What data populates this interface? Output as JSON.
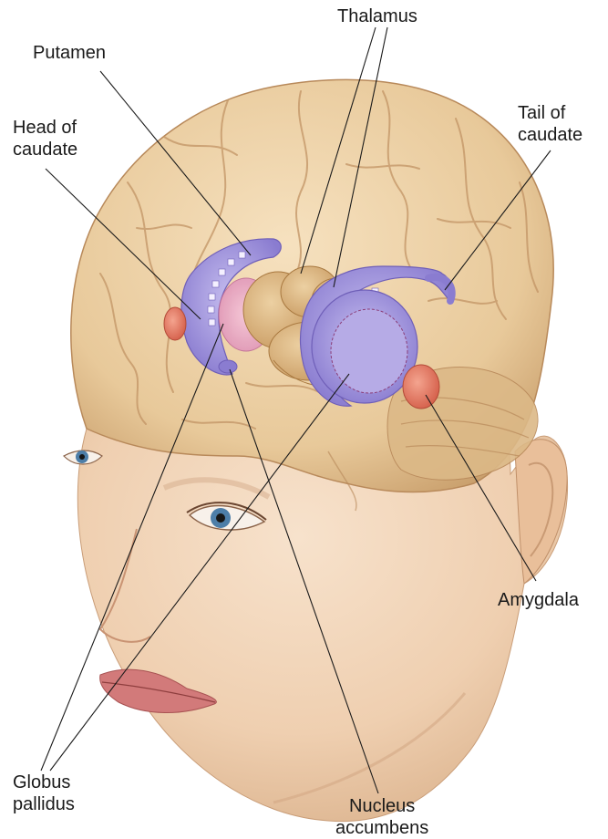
{
  "labels": {
    "thalamus": "Thalamus",
    "putamen": "Putamen",
    "head_of_caudate": [
      "Head of",
      "caudate"
    ],
    "tail_of_caudate": [
      "Tail of",
      "caudate"
    ],
    "amygdala": "Amygdala",
    "globus_pallidus": [
      "Globus",
      "pallidus"
    ],
    "nucleus_accumbens": [
      "Nucleus",
      "accumbens"
    ]
  },
  "colors": {
    "brain": "#e8c99a",
    "brain_shadow": "#c9a06a",
    "skin": "#f1d2b4",
    "caudate_putamen": "#9d8fd6",
    "globus_pallidus": "#e8a9c7",
    "amygdala": "#e0705a",
    "thalamus": "#d9b27e",
    "leader_line": "#1a1a1a"
  }
}
